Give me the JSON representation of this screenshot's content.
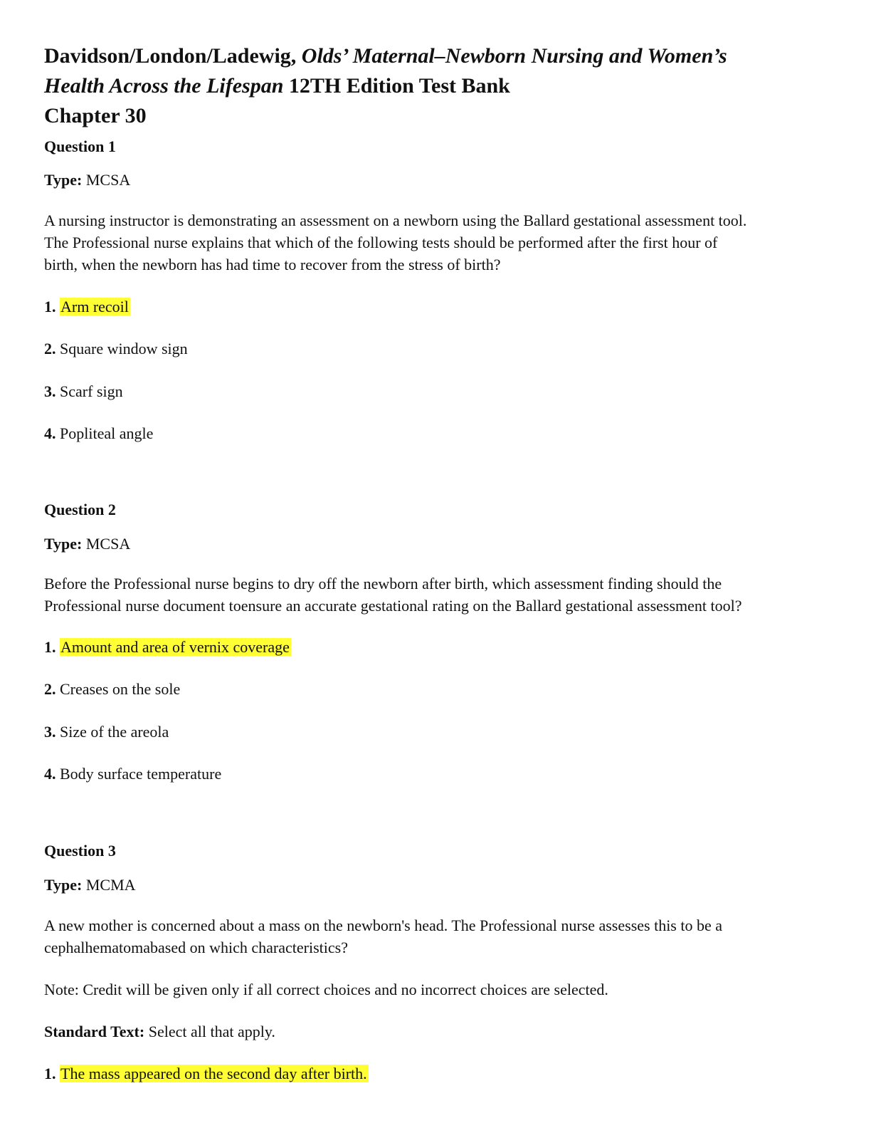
{
  "header": {
    "authors": "Davidson/London/Ladewig, ",
    "book_title_line1": "Olds’ Maternal–Newborn Nursing and Women’s",
    "book_title_line2": "Health Across the Lifespan",
    "edition": " 12TH Edition Test Bank",
    "chapter": "Chapter 30"
  },
  "labels": {
    "type_label": "Type:",
    "standard_text_label": "Standard Text:"
  },
  "questions": [
    {
      "heading": "Question 1",
      "type": "MCSA",
      "stem_lines": [
        "A nursing instructor is demonstrating an assessment on a newborn using the Ballard gestational assessment tool.",
        "The Professional nurse explains that which of the following tests should be performed after the first hour of",
        "birth, when the newborn has had time to recover from the stress of birth?"
      ],
      "options": [
        {
          "num": "1.",
          "text": "Arm recoil",
          "highlighted": true
        },
        {
          "num": "2.",
          "text": "Square window sign",
          "highlighted": false
        },
        {
          "num": "3.",
          "text": "Scarf sign",
          "highlighted": false
        },
        {
          "num": "4.",
          "text": "Popliteal angle",
          "highlighted": false
        }
      ]
    },
    {
      "heading": "Question 2",
      "type": "MCSA",
      "stem_lines": [
        "Before the Professional nurse begins to dry off the newborn after birth, which assessment finding should the",
        "Professional nurse document toensure an accurate gestational rating on the Ballard gestational assessment tool?"
      ],
      "options": [
        {
          "num": "1.",
          "text": "Amount and area of vernix coverage",
          "highlighted": true
        },
        {
          "num": "2.",
          "text": "Creases on the sole",
          "highlighted": false
        },
        {
          "num": "3.",
          "text": "Size of the areola",
          "highlighted": false
        },
        {
          "num": "4.",
          "text": "Body surface temperature",
          "highlighted": false
        }
      ]
    },
    {
      "heading": "Question 3",
      "type": "MCMA",
      "stem_lines": [
        "A new mother is concerned about a mass on the newborn's head. The Professional nurse assesses this to be a",
        "cephalhematomabased on which characteristics?"
      ],
      "note": "Note: Credit will be given only if all correct choices and no incorrect choices are selected.",
      "standard_text": "Select all that apply.",
      "options": [
        {
          "num": "1.",
          "text": "The mass appeared on the second day after birth.",
          "highlighted": true
        }
      ]
    }
  ],
  "colors": {
    "highlight": "#ffff33",
    "text": "#111111"
  }
}
